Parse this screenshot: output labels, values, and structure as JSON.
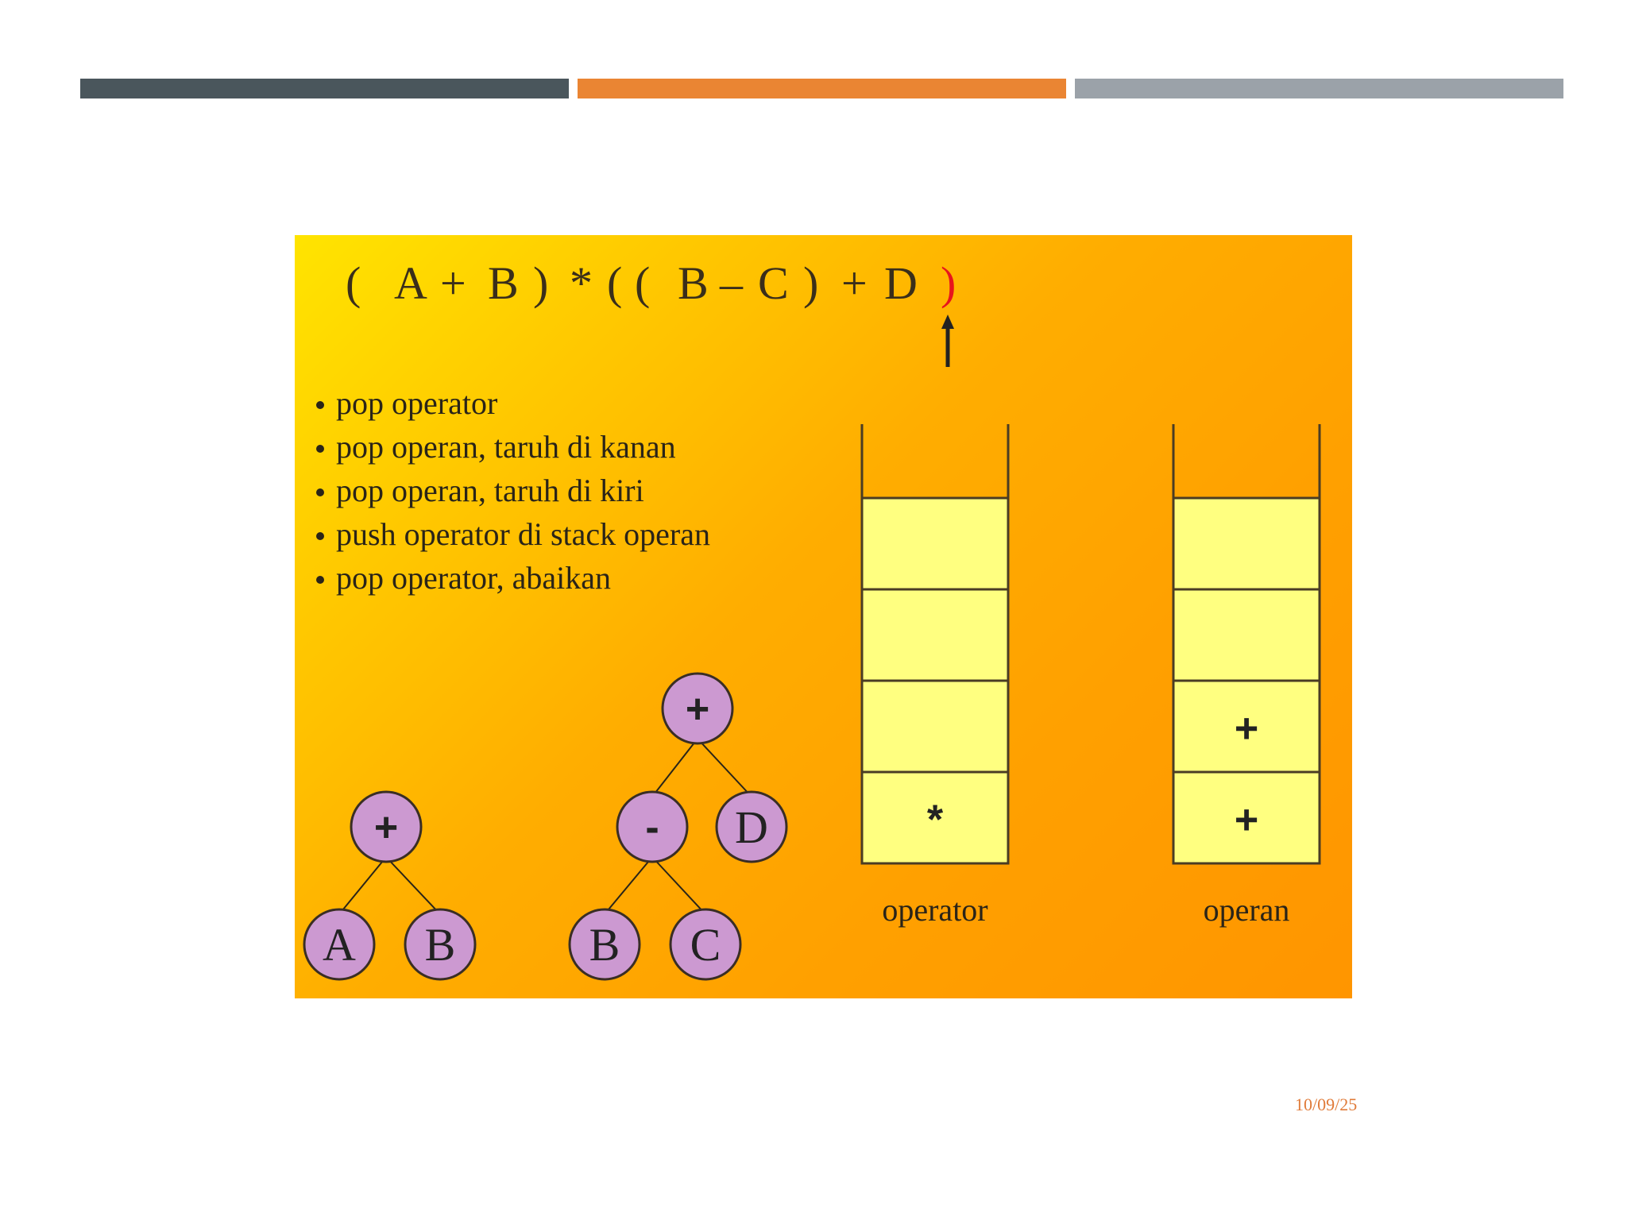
{
  "expression": {
    "tokens": [
      "(",
      "A",
      "+",
      "B",
      ")",
      "*",
      "(",
      "(",
      "B",
      "–",
      "C",
      ")",
      "+",
      "D",
      ")"
    ],
    "current_index": 14,
    "text_color": "#3a2e1a",
    "highlight_color": "#e8141c"
  },
  "steps": [
    "pop operator",
    "pop operan, taruh di kanan",
    "pop operan, taruh di kiri",
    "push operator di stack operan",
    "pop operator, abaikan"
  ],
  "stacks": [
    {
      "label": "operator",
      "cells": [
        "",
        "",
        "",
        "*"
      ]
    },
    {
      "label": "operan",
      "cells": [
        "",
        "",
        "+",
        "+"
      ]
    }
  ],
  "trees": [
    {
      "root": {
        "label": "+",
        "left": {
          "label": "A"
        },
        "right": {
          "label": "B"
        }
      }
    },
    {
      "root": {
        "label": "+",
        "left": {
          "label": "-",
          "left": {
            "label": "B"
          },
          "right": {
            "label": "C"
          }
        },
        "right": {
          "label": "D"
        }
      }
    }
  ],
  "colors": {
    "node_fill": "#cc99d1",
    "stack_cell_fill": "#ffff80",
    "top_bar_dark": "#4a565c",
    "top_bar_orange": "#ea8533",
    "top_bar_gray": "#9ba2a9"
  },
  "footer": {
    "date": "10/09/25"
  }
}
